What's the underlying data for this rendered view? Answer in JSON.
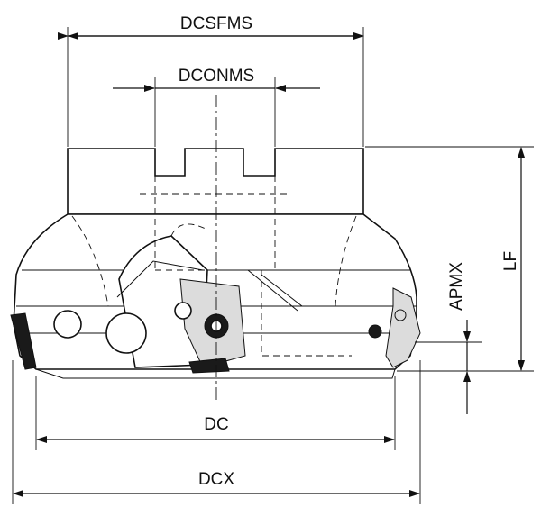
{
  "diagram": {
    "dimensions": {
      "dcsfms": "DCSFMS",
      "dconms": "DCONMS",
      "lf": "LF",
      "apmx": "APMX",
      "dc": "DC",
      "dcx": "DCX"
    }
  }
}
